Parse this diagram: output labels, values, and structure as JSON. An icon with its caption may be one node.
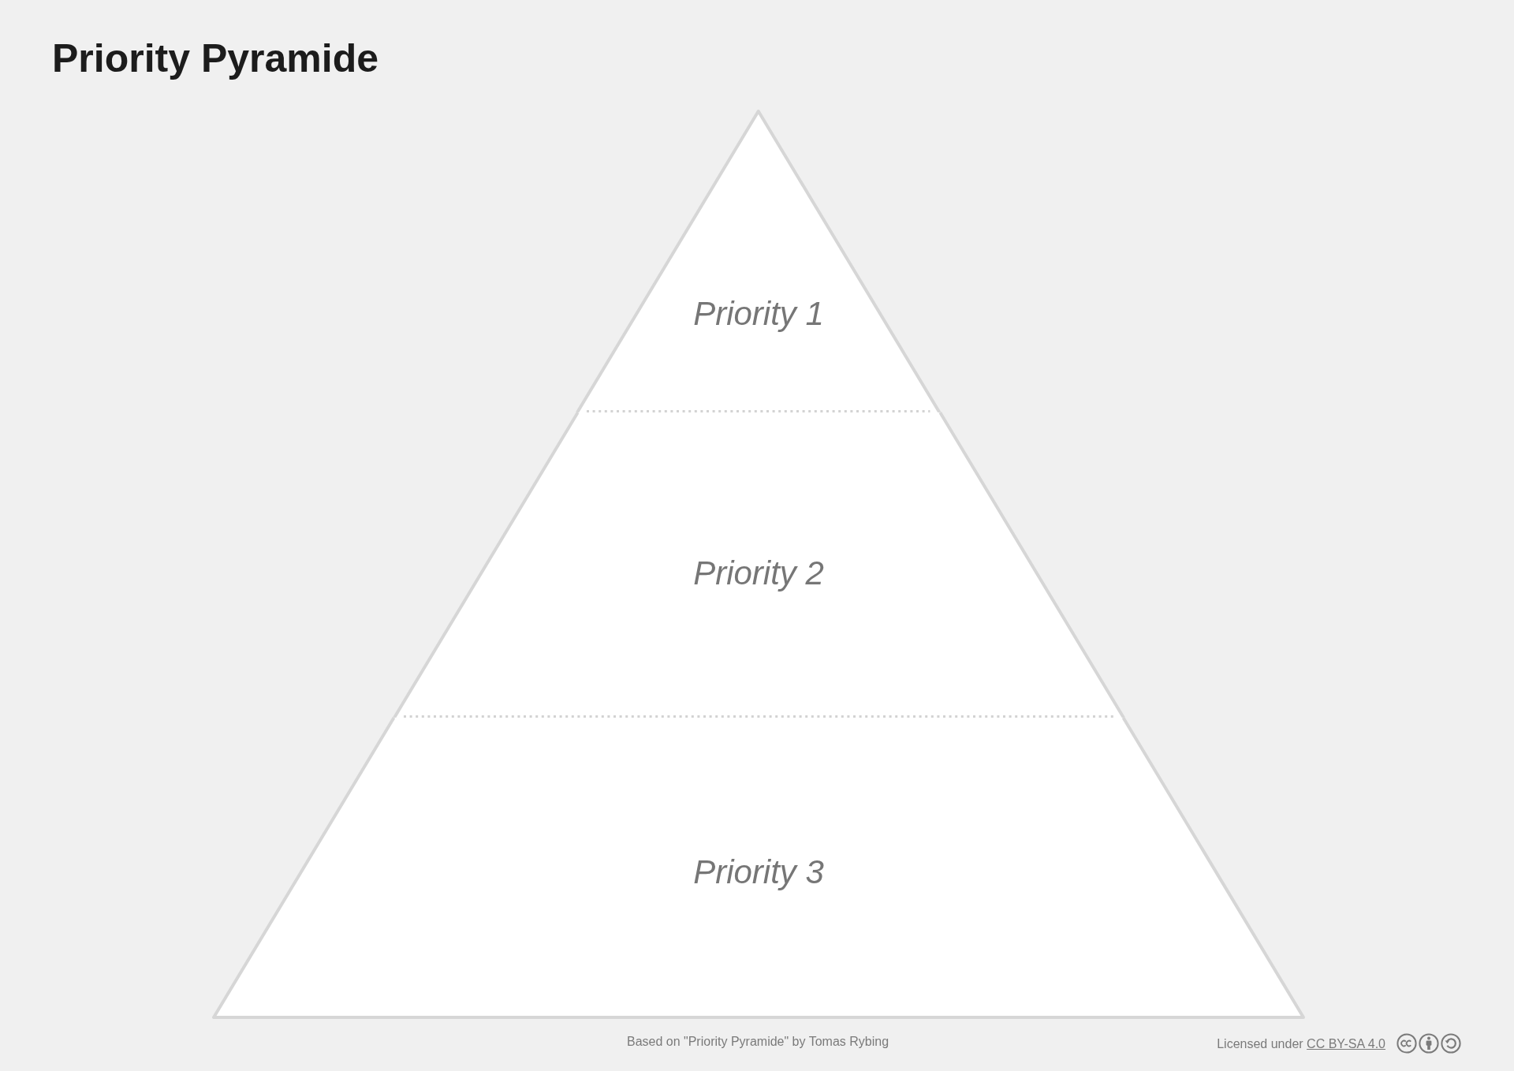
{
  "diagram": {
    "title": "Priority Pyramide",
    "nodes": [
      {
        "text": [
          "Priority 1"
        ]
      },
      {
        "text": [
          "Priority 2"
        ]
      },
      {
        "text": [
          "Priority 3"
        ]
      }
    ],
    "edges": [],
    "labels": [
      "Based on \"Priority Pyramide\" by Tomas Rybing",
      "Licensed under",
      "CC BY-SA 4.0"
    ]
  }
}
